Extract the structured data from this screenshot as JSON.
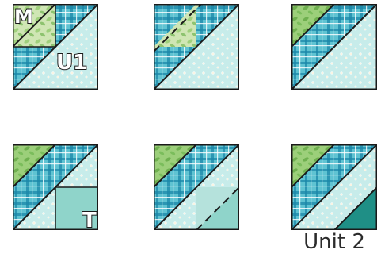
{
  "labels": {
    "m": "M",
    "u1": "U1",
    "t": "T",
    "unit2": "Unit 2"
  },
  "colors": {
    "plaid_base": "#5fc3d2",
    "plaid_line": "#1a86a8",
    "floral_base": "#c7ecea",
    "floral_dot": "#ffffff",
    "green_light": "#cfe6b4",
    "green_leaf": "#8dc36f",
    "teal_solid": "#8fd4ca",
    "teal_dark": "#1f8f86",
    "outline": "#1a1a1a"
  }
}
